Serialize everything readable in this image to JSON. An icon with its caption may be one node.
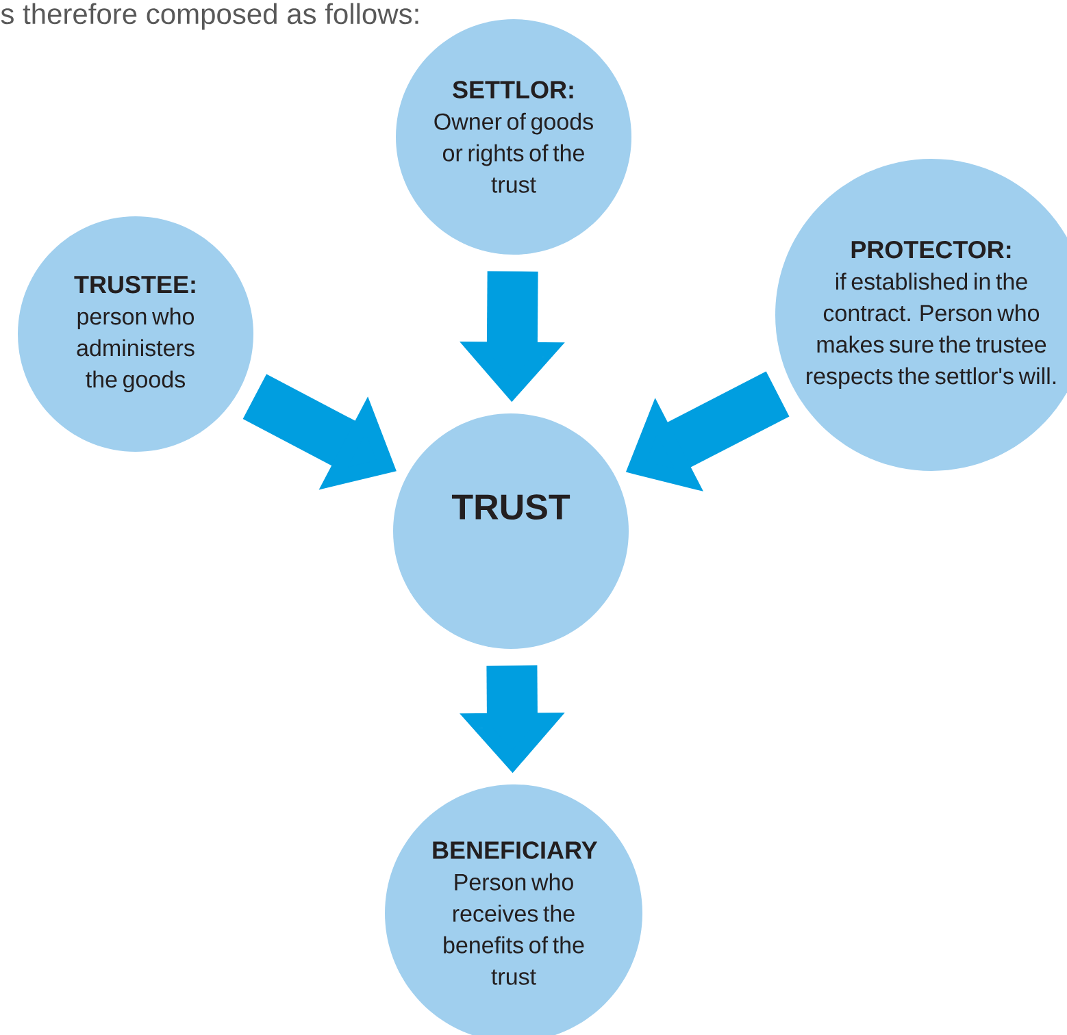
{
  "diagram": {
    "nodes": [
      {
        "text": [
          "SETTLOR:",
          "Owner of goods or rights of the trust"
        ]
      },
      {
        "text": [
          "TRUSTEE:",
          "person who administers the goods"
        ]
      },
      {
        "text": [
          "PROTECTOR:",
          "if established in the contract. Person who makes sure the trustee respects the settlor's will."
        ]
      },
      {
        "text": [
          "TRUST"
        ]
      },
      {
        "text": [
          "BENEFICIARY",
          "Person who receives the benefits of the trust"
        ]
      }
    ],
    "edges": [
      {
        "from": 0,
        "to": 3,
        "arrow": "to"
      },
      {
        "from": 1,
        "to": 3,
        "arrow": "to"
      },
      {
        "from": 2,
        "to": 3,
        "arrow": "to"
      },
      {
        "from": 3,
        "to": 4,
        "arrow": "to"
      }
    ],
    "labels": [
      "s therefore composed as follows:"
    ]
  }
}
